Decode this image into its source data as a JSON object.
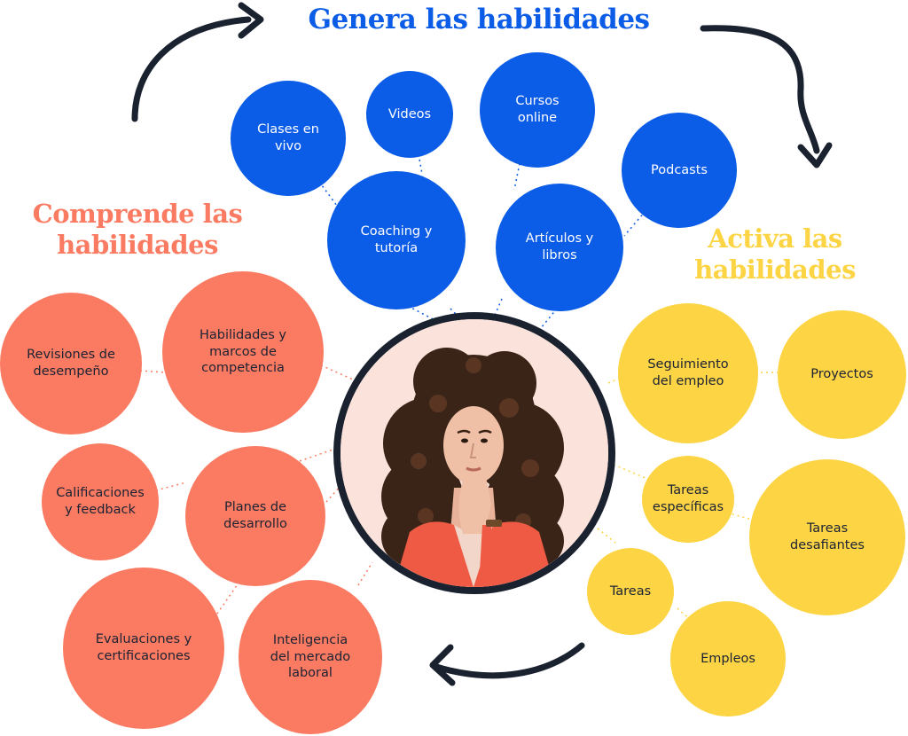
{
  "titles": {
    "generate": "Genera las habilidades",
    "comprende": "Comprende las\nhabilidades",
    "activa": "Activa las\nhabilidades"
  },
  "colors": {
    "generate": "#0b5ce6",
    "comprende": "#fa7b62",
    "activa": "#fcd444",
    "dark": "#1a2230"
  },
  "generate_nodes": [
    "Clases en\nvivo",
    "Videos",
    "Cursos\nonline",
    "Podcasts",
    "Coaching y\ntutoría",
    "Artículos y\nlibros"
  ],
  "comprende_nodes": [
    "Revisiones de\ndesempeño",
    "Habilidades y\nmarcos de\ncompetencia",
    "Calificaciones\ny feedback",
    "Planes de\ndesarrollo",
    "Evaluaciones y\ncertificaciones",
    "Inteligencia\ndel mercado\nlaboral"
  ],
  "activa_nodes": [
    "Seguimiento\ndel empleo",
    "Proyectos",
    "Tareas\nespecíficas",
    "Tareas\ndesafiantes",
    "Tareas",
    "Empleos"
  ],
  "center_image": "portrait-photo"
}
